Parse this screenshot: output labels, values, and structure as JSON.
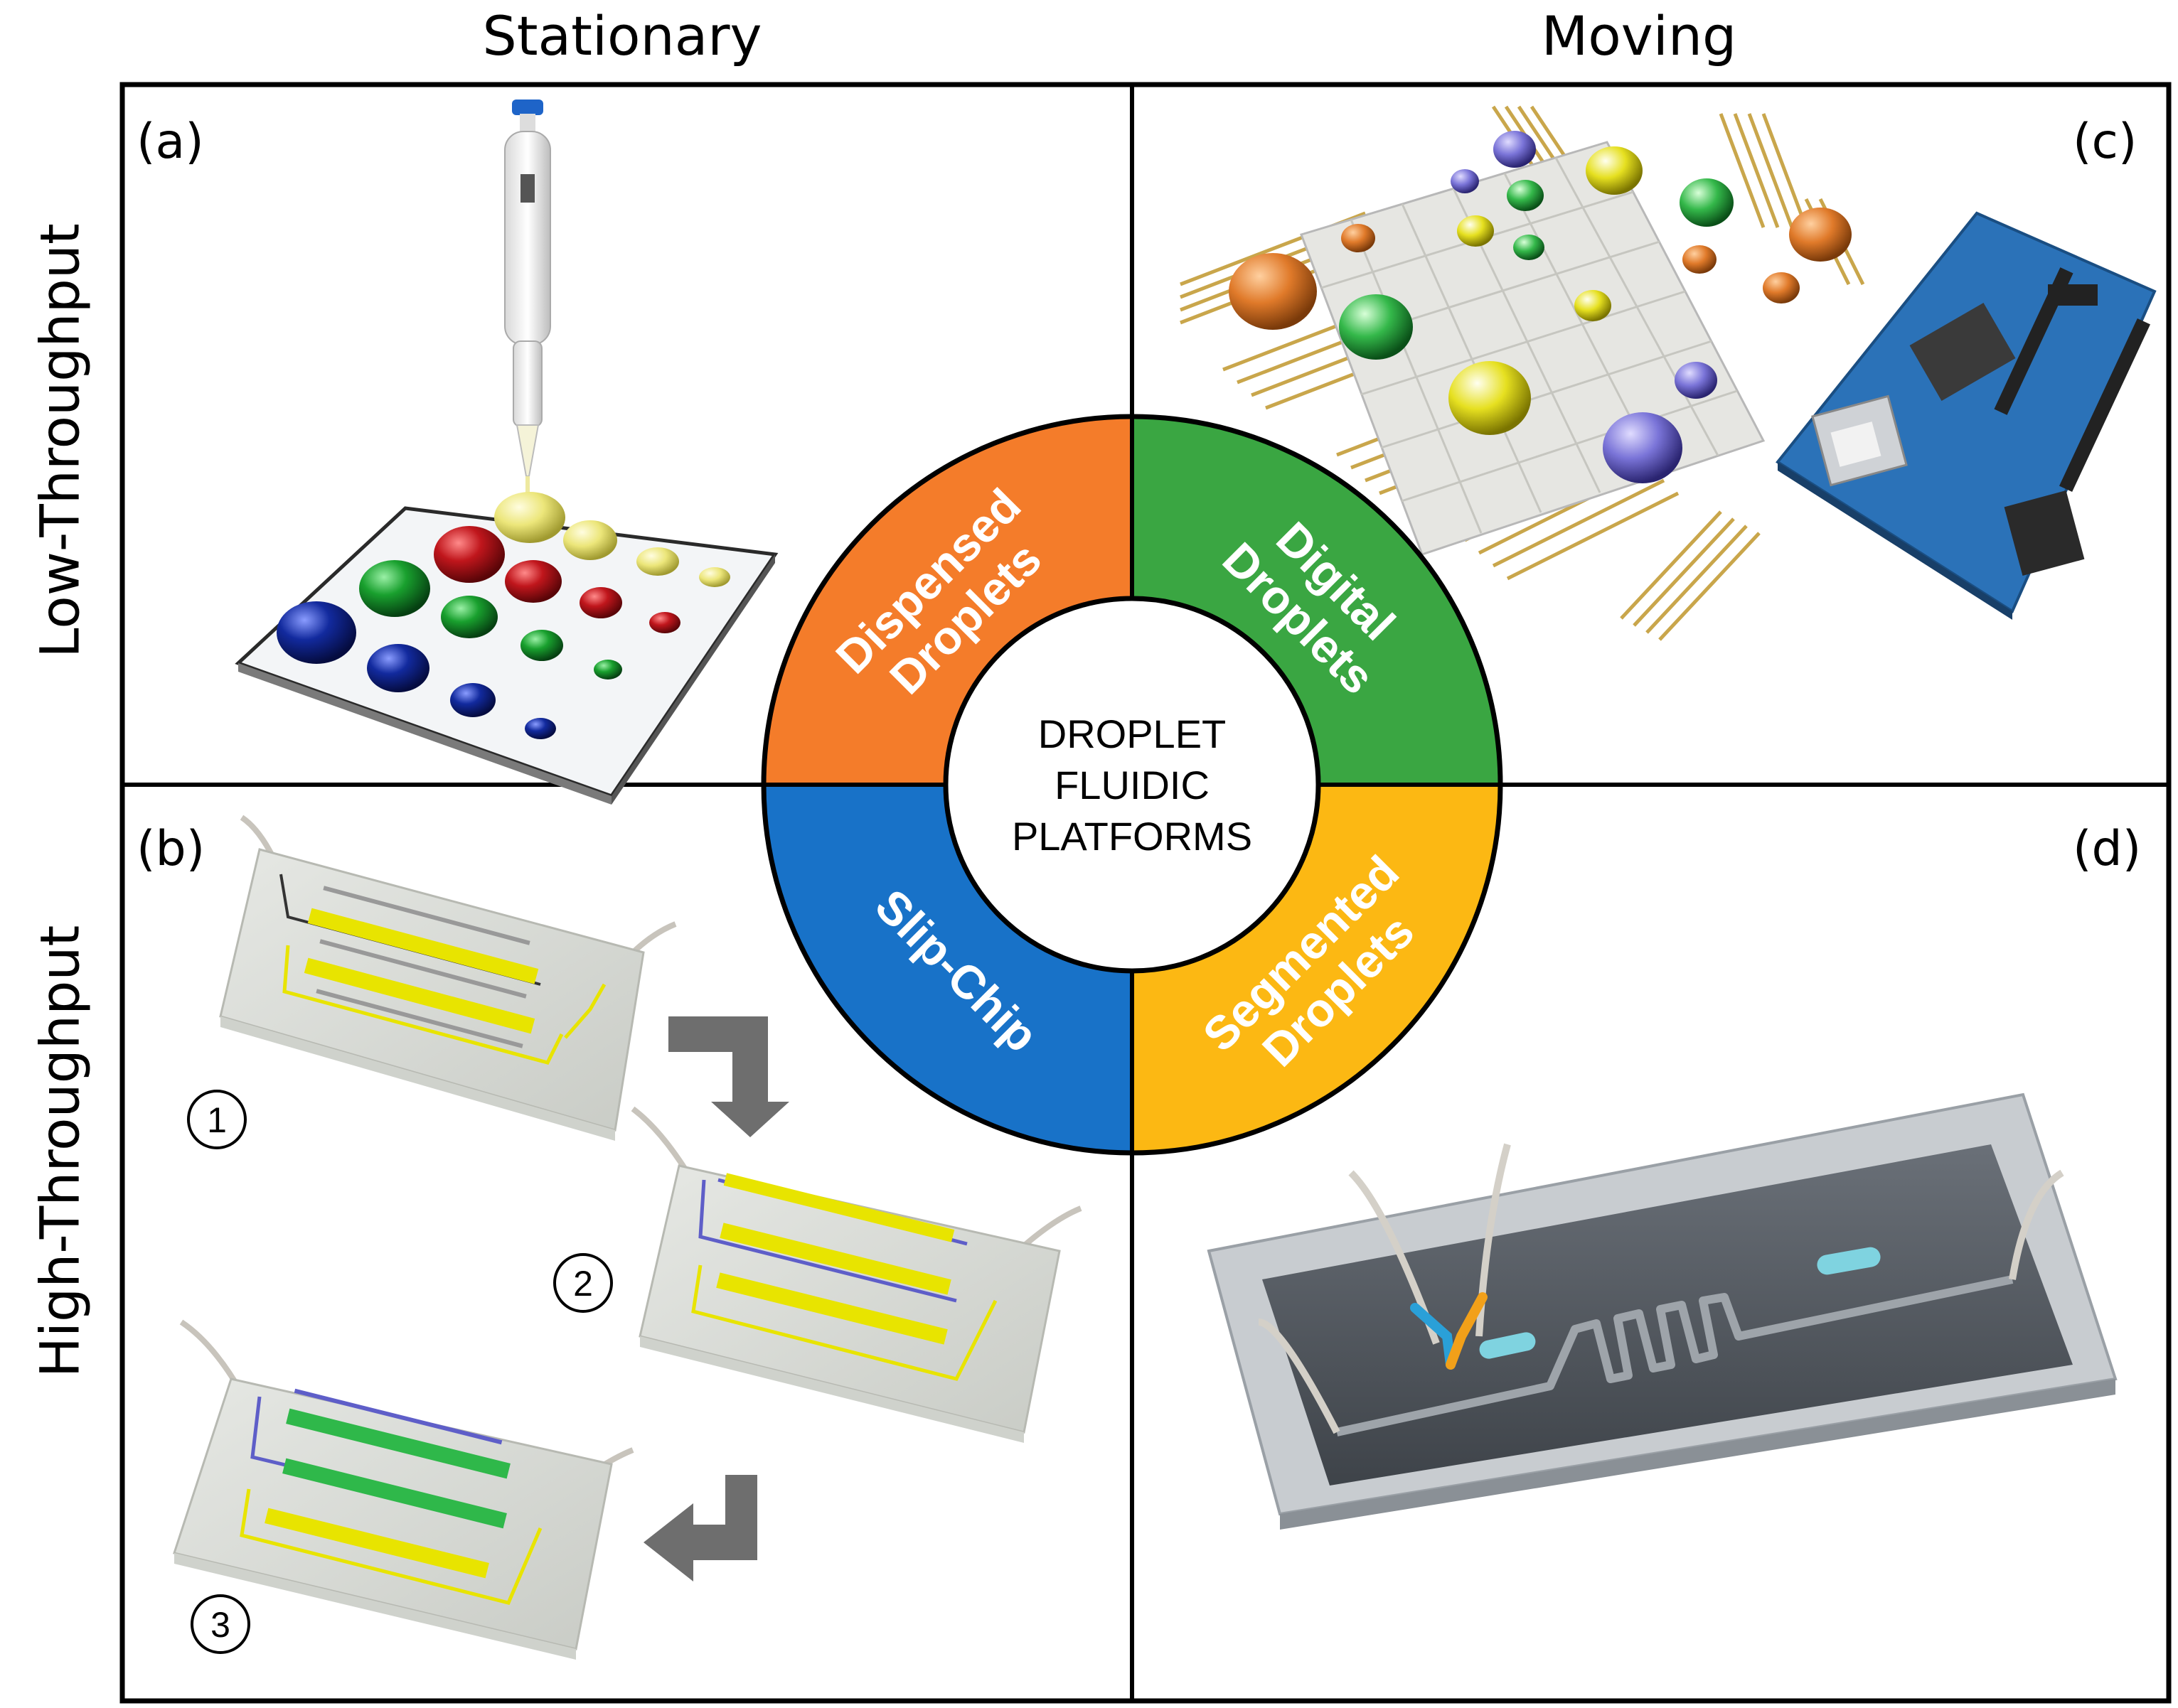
{
  "columns": {
    "left": "Stationary",
    "right": "Moving"
  },
  "rows": {
    "top": "Low-Throughput",
    "bottom": "High-Throughput"
  },
  "panels": {
    "a": "(a)",
    "b": "(b)",
    "c": "(c)",
    "d": "(d)"
  },
  "wheel": {
    "center": [
      "DROPLET",
      "FLUIDIC",
      "PLATFORMS"
    ],
    "segments": [
      {
        "line1": "Dispensed",
        "line2": "Droplets",
        "color": "#f47c2a"
      },
      {
        "line1": "Digital",
        "line2": "Droplets",
        "color": "#3aa642"
      },
      {
        "line1": "Segmented",
        "line2": "Droplets",
        "color": "#fcb813"
      },
      {
        "line1": "Slip-Chip",
        "line2": "",
        "color": "#1872c8"
      }
    ]
  },
  "steps": [
    "1",
    "2",
    "3"
  ],
  "colors": {
    "frame": "#000000",
    "droplet_red": "#c0161c",
    "droplet_green": "#19a02e",
    "droplet_blue": "#122a9e",
    "droplet_yellow": "#ece67a",
    "chip_yellow": "#e8e400",
    "chip_green": "#2fb84a",
    "chip_purple": "#5e5ec8",
    "arrow_gray": "#6e6e6e",
    "board_blue": "#2b72b8",
    "electrode_gold": "#c9a64b",
    "slot_cyan": "#7fd3e0",
    "tray_gray": "#5a5f66"
  }
}
